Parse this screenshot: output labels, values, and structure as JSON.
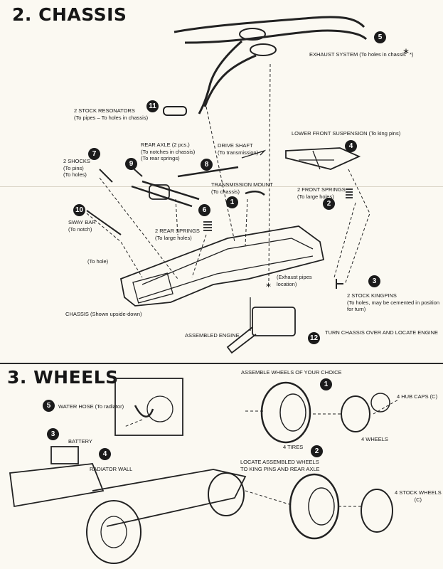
{
  "chassis": {
    "title": "2. CHASSIS",
    "callouts": [
      {
        "num": "5",
        "label": "EXHAUST SYSTEM (To holes in chassis",
        "label_suffix": "*)"
      },
      {
        "num": "11",
        "label": "2 STOCK RESONATORS\n(To pipes – To holes in chassis)"
      },
      {
        "num": "7",
        "label": "2 SHOCKS\n(To pins)\n(To holes)"
      },
      {
        "num": "9",
        "label": "REAR AXLE (2 pcs.)\n(To notches in chassis)\n(To rear springs)"
      },
      {
        "num": "8",
        "label": "DRIVE SHAFT\n(To transmission)"
      },
      {
        "num": "4",
        "label": "LOWER FRONT SUSPENSION (To king pins)"
      },
      {
        "num": "1",
        "label": "TRANSMISSION MOUNT\n(To chassis)"
      },
      {
        "num": "2",
        "label": "2 FRONT SPRINGS\n(To large holes)"
      },
      {
        "num": "6",
        "label": "2 REAR SPRINGS\n(To large holes)"
      },
      {
        "num": "10",
        "label": "SWAY BAR\n(To notch)"
      },
      {
        "num": "3",
        "label": "2 STOCK KINGPINS\n(To holes, may be cemented in position\nfor turn)"
      },
      {
        "num": "12",
        "label": "TURN CHASSIS OVER AND LOCATE ENGINE"
      }
    ],
    "to_hole": "(To hole)",
    "exhaust_loc": "(Exhaust pipes\nlocation)",
    "chassis_label": "CHASSIS (Shown upside-down)",
    "engine_label": "ASSEMBLED ENGINE"
  },
  "wheels": {
    "title": "3. WHEELS",
    "assemble": "ASSEMBLE WHEELS OF YOUR CHOICE",
    "callouts": [
      {
        "num": "5",
        "label": "WATER HOSE (To radiator)"
      },
      {
        "num": "3",
        "label": "BATTERY"
      },
      {
        "num": "4",
        "label": "RADIATOR WALL"
      },
      {
        "num": "1",
        "label": ""
      },
      {
        "num": "2",
        "label": "LOCATE ASSEMBLED WHEELS\nTO KING PINS AND REAR AXLE"
      }
    ],
    "hub_caps": "4 HUB CAPS (C)",
    "tires": "4 TIRES",
    "wheels": "4 WHEELS",
    "stock_wheels": "4 STOCK WHEELS\n(C)"
  }
}
